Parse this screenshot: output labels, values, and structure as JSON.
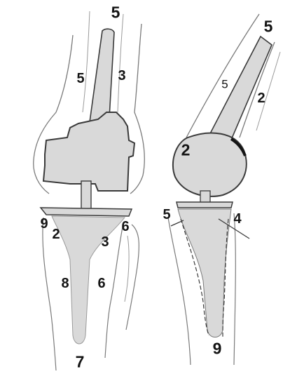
{
  "colors": {
    "background": "#ffffff",
    "implant": "#d9d9d9",
    "outline": "#3a3a3a",
    "bone": "#7a7a7a",
    "label": "#141414"
  },
  "figures": [
    {
      "id": "frontal",
      "labels": {
        "femur_top": "5",
        "femur_left": "5",
        "femur_stem": "3",
        "tibia_left_a": "9",
        "tibia_left_b": "2",
        "tibia_mid": "3",
        "tibia_right": "6",
        "tibia_shaft_left": "8",
        "tibia_shaft_right": "6",
        "tibia_tip": "7"
      }
    },
    {
      "id": "lateral",
      "labels": {
        "femur_top": "5",
        "femur_upper": "5",
        "femur_right": "2",
        "condyle": "2",
        "plateau_left": "5",
        "plateau_right": "4",
        "tibia_bottom": "9"
      }
    }
  ]
}
